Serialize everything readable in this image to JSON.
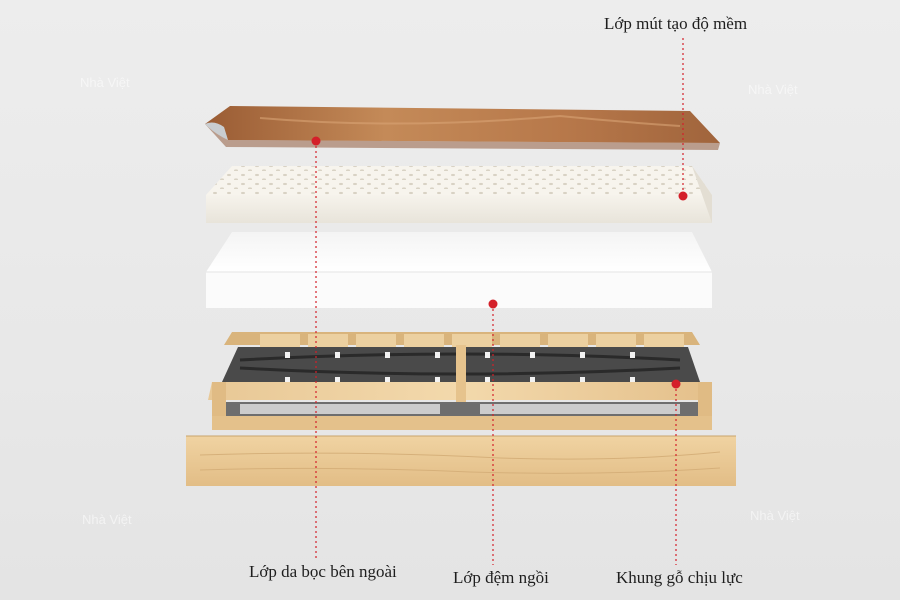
{
  "labels": {
    "top_foam": "Lớp mút tạo độ mềm",
    "leather": "Lớp da bọc bên ngoài",
    "cushion": "Lớp đệm ngồi",
    "frame": "Khung gỗ chịu lực"
  },
  "watermark": "Nhà Việt",
  "colors": {
    "leader": "#d4202a",
    "leather": "#b87848",
    "wood": "#e9c690",
    "foam": "#f5f2ea",
    "cushion": "#fafafa",
    "spring": "#3a3a3a"
  }
}
